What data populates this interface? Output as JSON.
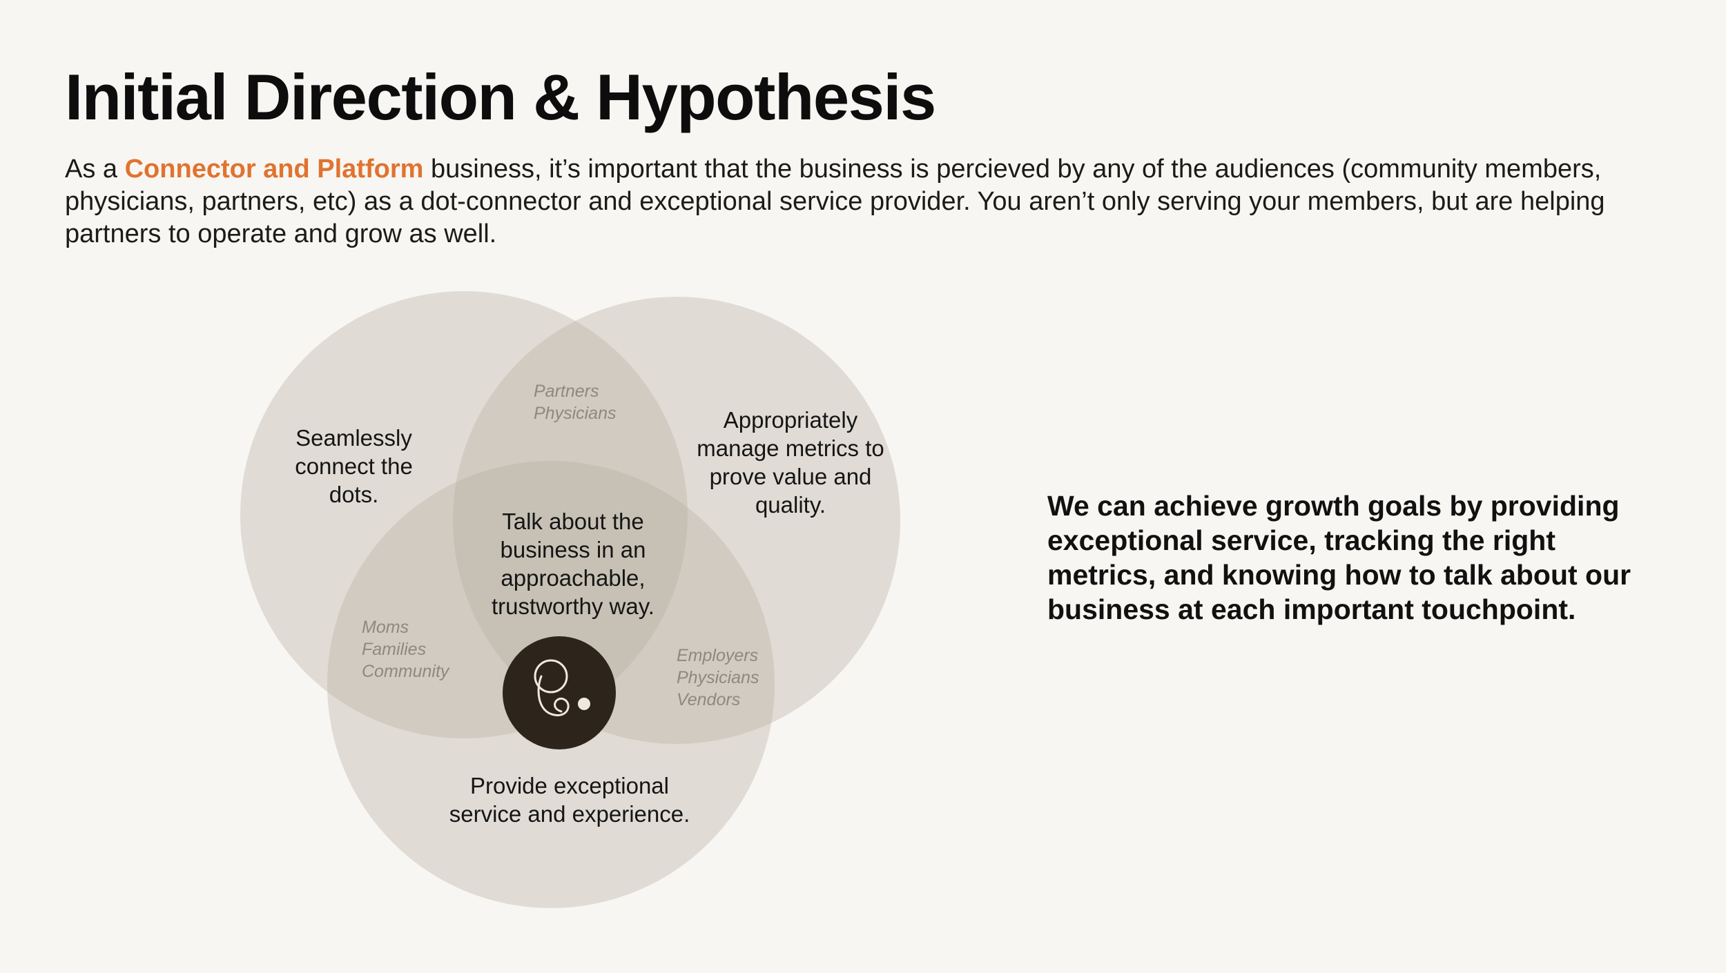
{
  "title": "Initial Direction & Hypothesis",
  "intro": {
    "prefix": "As a ",
    "highlight": "Connector and Platform",
    "suffix": " business, it’s important that the business is percieved by any of the audiences (community members, physicians, partners, etc) as a dot-connector and exceptional service provider. You aren’t only serving your members, but are helping partners to operate and grow as well."
  },
  "venn": {
    "left_circle_label": "Seamlessly connect the dots.",
    "right_circle_label": "Appropriately manage metrics to prove value and quality.",
    "bottom_circle_label": "Provide exceptional service and experience.",
    "center_label": "Talk about the business in an approachable, trustworthy way.",
    "top_overlap": [
      "Partners",
      "Physicians"
    ],
    "left_overlap": [
      "Moms",
      "Families",
      "Community"
    ],
    "right_overlap": [
      "Employers",
      "Physicians",
      "Vendors"
    ],
    "center_icon": "brand-logo-icon"
  },
  "statement": "We can achieve growth goals by providing exceptional service, tracking the right metrics, and knowing how to talk about our business at each important touchpoint.",
  "colors": {
    "background": "#f8f6f2",
    "accent": "#e0732f",
    "circle_fill": "#b9b0a3",
    "logo_fill": "#2d241c"
  }
}
